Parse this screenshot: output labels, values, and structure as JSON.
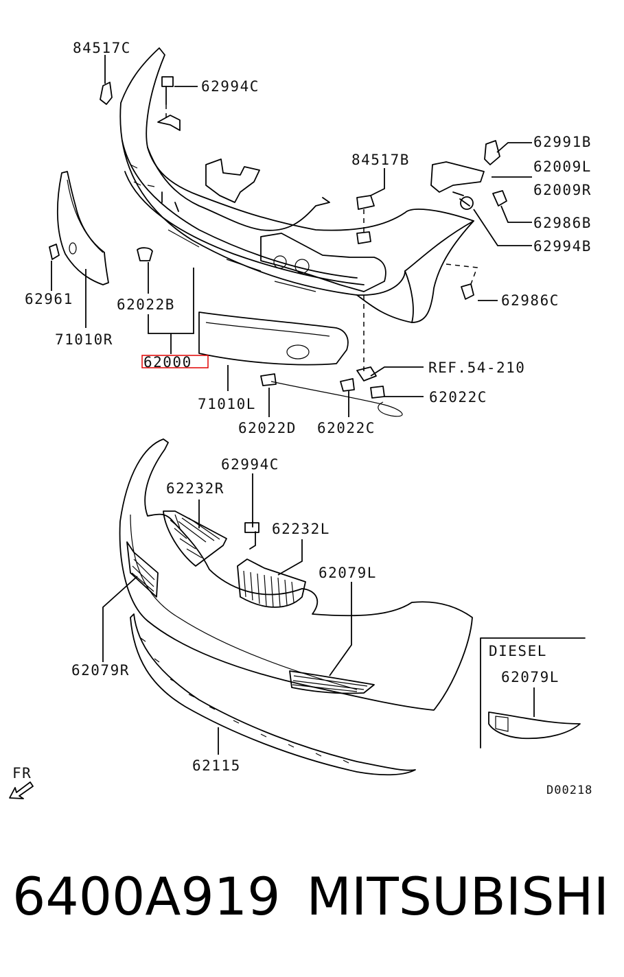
{
  "diagram": {
    "labels": {
      "c84517C": "84517C",
      "c62994C_top": "62994C",
      "c62991B": "62991B",
      "c84517B": "84517B",
      "c62009L": "62009L",
      "c62009R": "62009R",
      "c62986B": "62986B",
      "c62994B": "62994B",
      "c62961": "62961",
      "c62986C": "62986C",
      "c62022B": "62022B",
      "c71010R": "71010R",
      "c62000": "62000",
      "ref": "REF.54-210",
      "c62022C_right": "62022C",
      "c71010L": "71010L",
      "c62022D": "62022D",
      "c62022C_bottom": "62022C",
      "c62994C_lower": "62994C",
      "c62232R": "62232R",
      "c62232L": "62232L",
      "c62079L": "62079L",
      "c62079R": "62079R",
      "c62115": "62115",
      "diesel_title": "DIESEL",
      "diesel_62079L": "62079L",
      "fr": "FR",
      "drawing_code": "D00218"
    },
    "highlight": "62000",
    "highlight_color": "#e00000"
  },
  "footer": {
    "part_number": "6400A919",
    "brand": "MITSUBISHI"
  }
}
